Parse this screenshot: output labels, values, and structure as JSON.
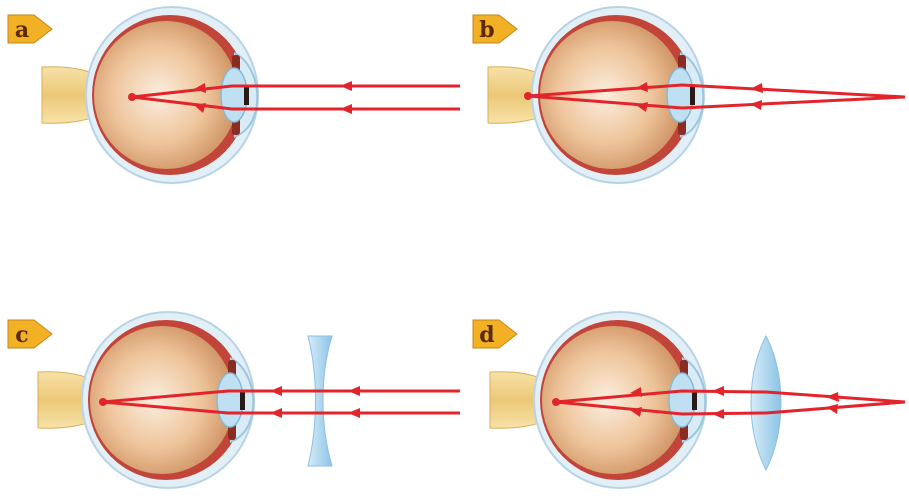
{
  "panels": [
    {
      "id": "a",
      "label": "a",
      "lens": "none",
      "rays": "parallel"
    },
    {
      "id": "b",
      "label": "b",
      "lens": "none",
      "rays": "converging-from-point"
    },
    {
      "id": "c",
      "label": "c",
      "lens": "concave",
      "rays": "parallel"
    },
    {
      "id": "d",
      "label": "d",
      "lens": "convex",
      "rays": "converging-from-point"
    }
  ],
  "colors": {
    "ray": "#e2242b",
    "badge": "#f2b125",
    "badge_text": "#5a2a0a",
    "eyeball": "#e8b98c",
    "eye_wall": "#c0392b",
    "sclera": "#cfe3ee",
    "lens_glass": "#a9d3ee",
    "nerve": "#f0d08a"
  },
  "icons": [
    "eyeball-diagram",
    "retina-focal-point",
    "ray-arrow",
    "corrective-lens"
  ]
}
